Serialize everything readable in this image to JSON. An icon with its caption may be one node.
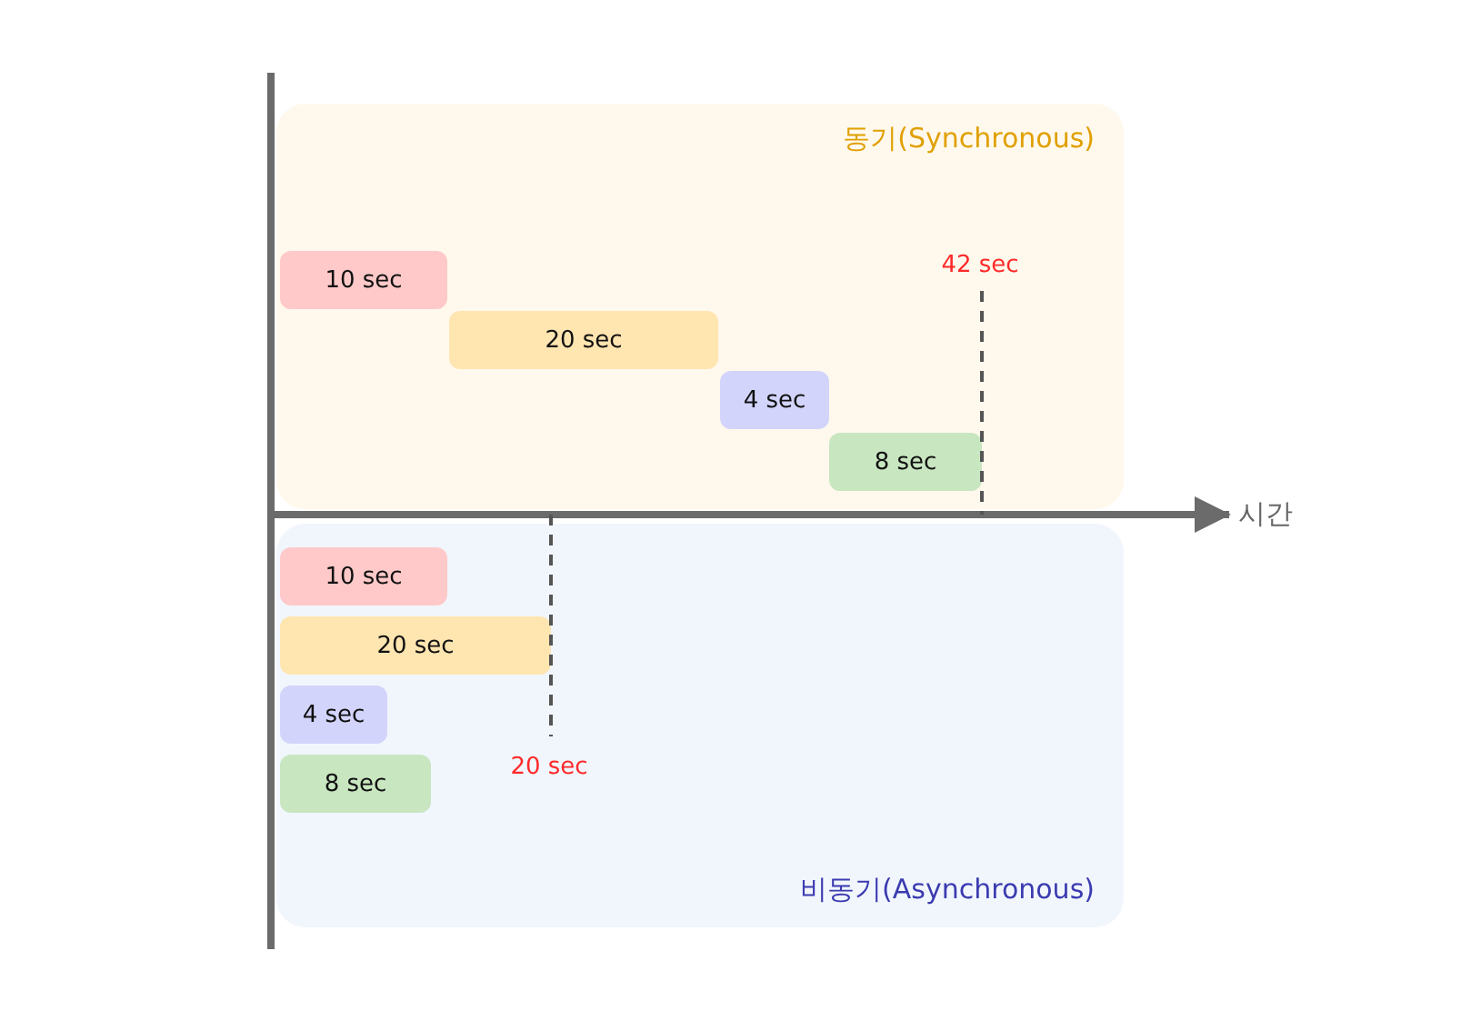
{
  "diagram": {
    "nodes": [
      {
        "text": [
          "동기(Synchronous)"
        ]
      },
      {
        "text": [
          "10 sec"
        ],
        "in": 0
      },
      {
        "text": [
          "20 sec"
        ],
        "in": 0
      },
      {
        "text": [
          "4 sec"
        ],
        "in": 0
      },
      {
        "text": [
          "8 sec"
        ],
        "in": 0
      },
      {
        "text": [
          "비동기(Asynchronous)"
        ]
      },
      {
        "text": [
          "10 sec"
        ],
        "in": 5
      },
      {
        "text": [
          "20 sec"
        ],
        "in": 5
      },
      {
        "text": [
          "4 sec"
        ],
        "in": 5
      },
      {
        "text": [
          "8 sec"
        ],
        "in": 5
      }
    ],
    "edges": [],
    "labels": [
      "42 sec",
      "20 sec",
      "시간"
    ]
  }
}
